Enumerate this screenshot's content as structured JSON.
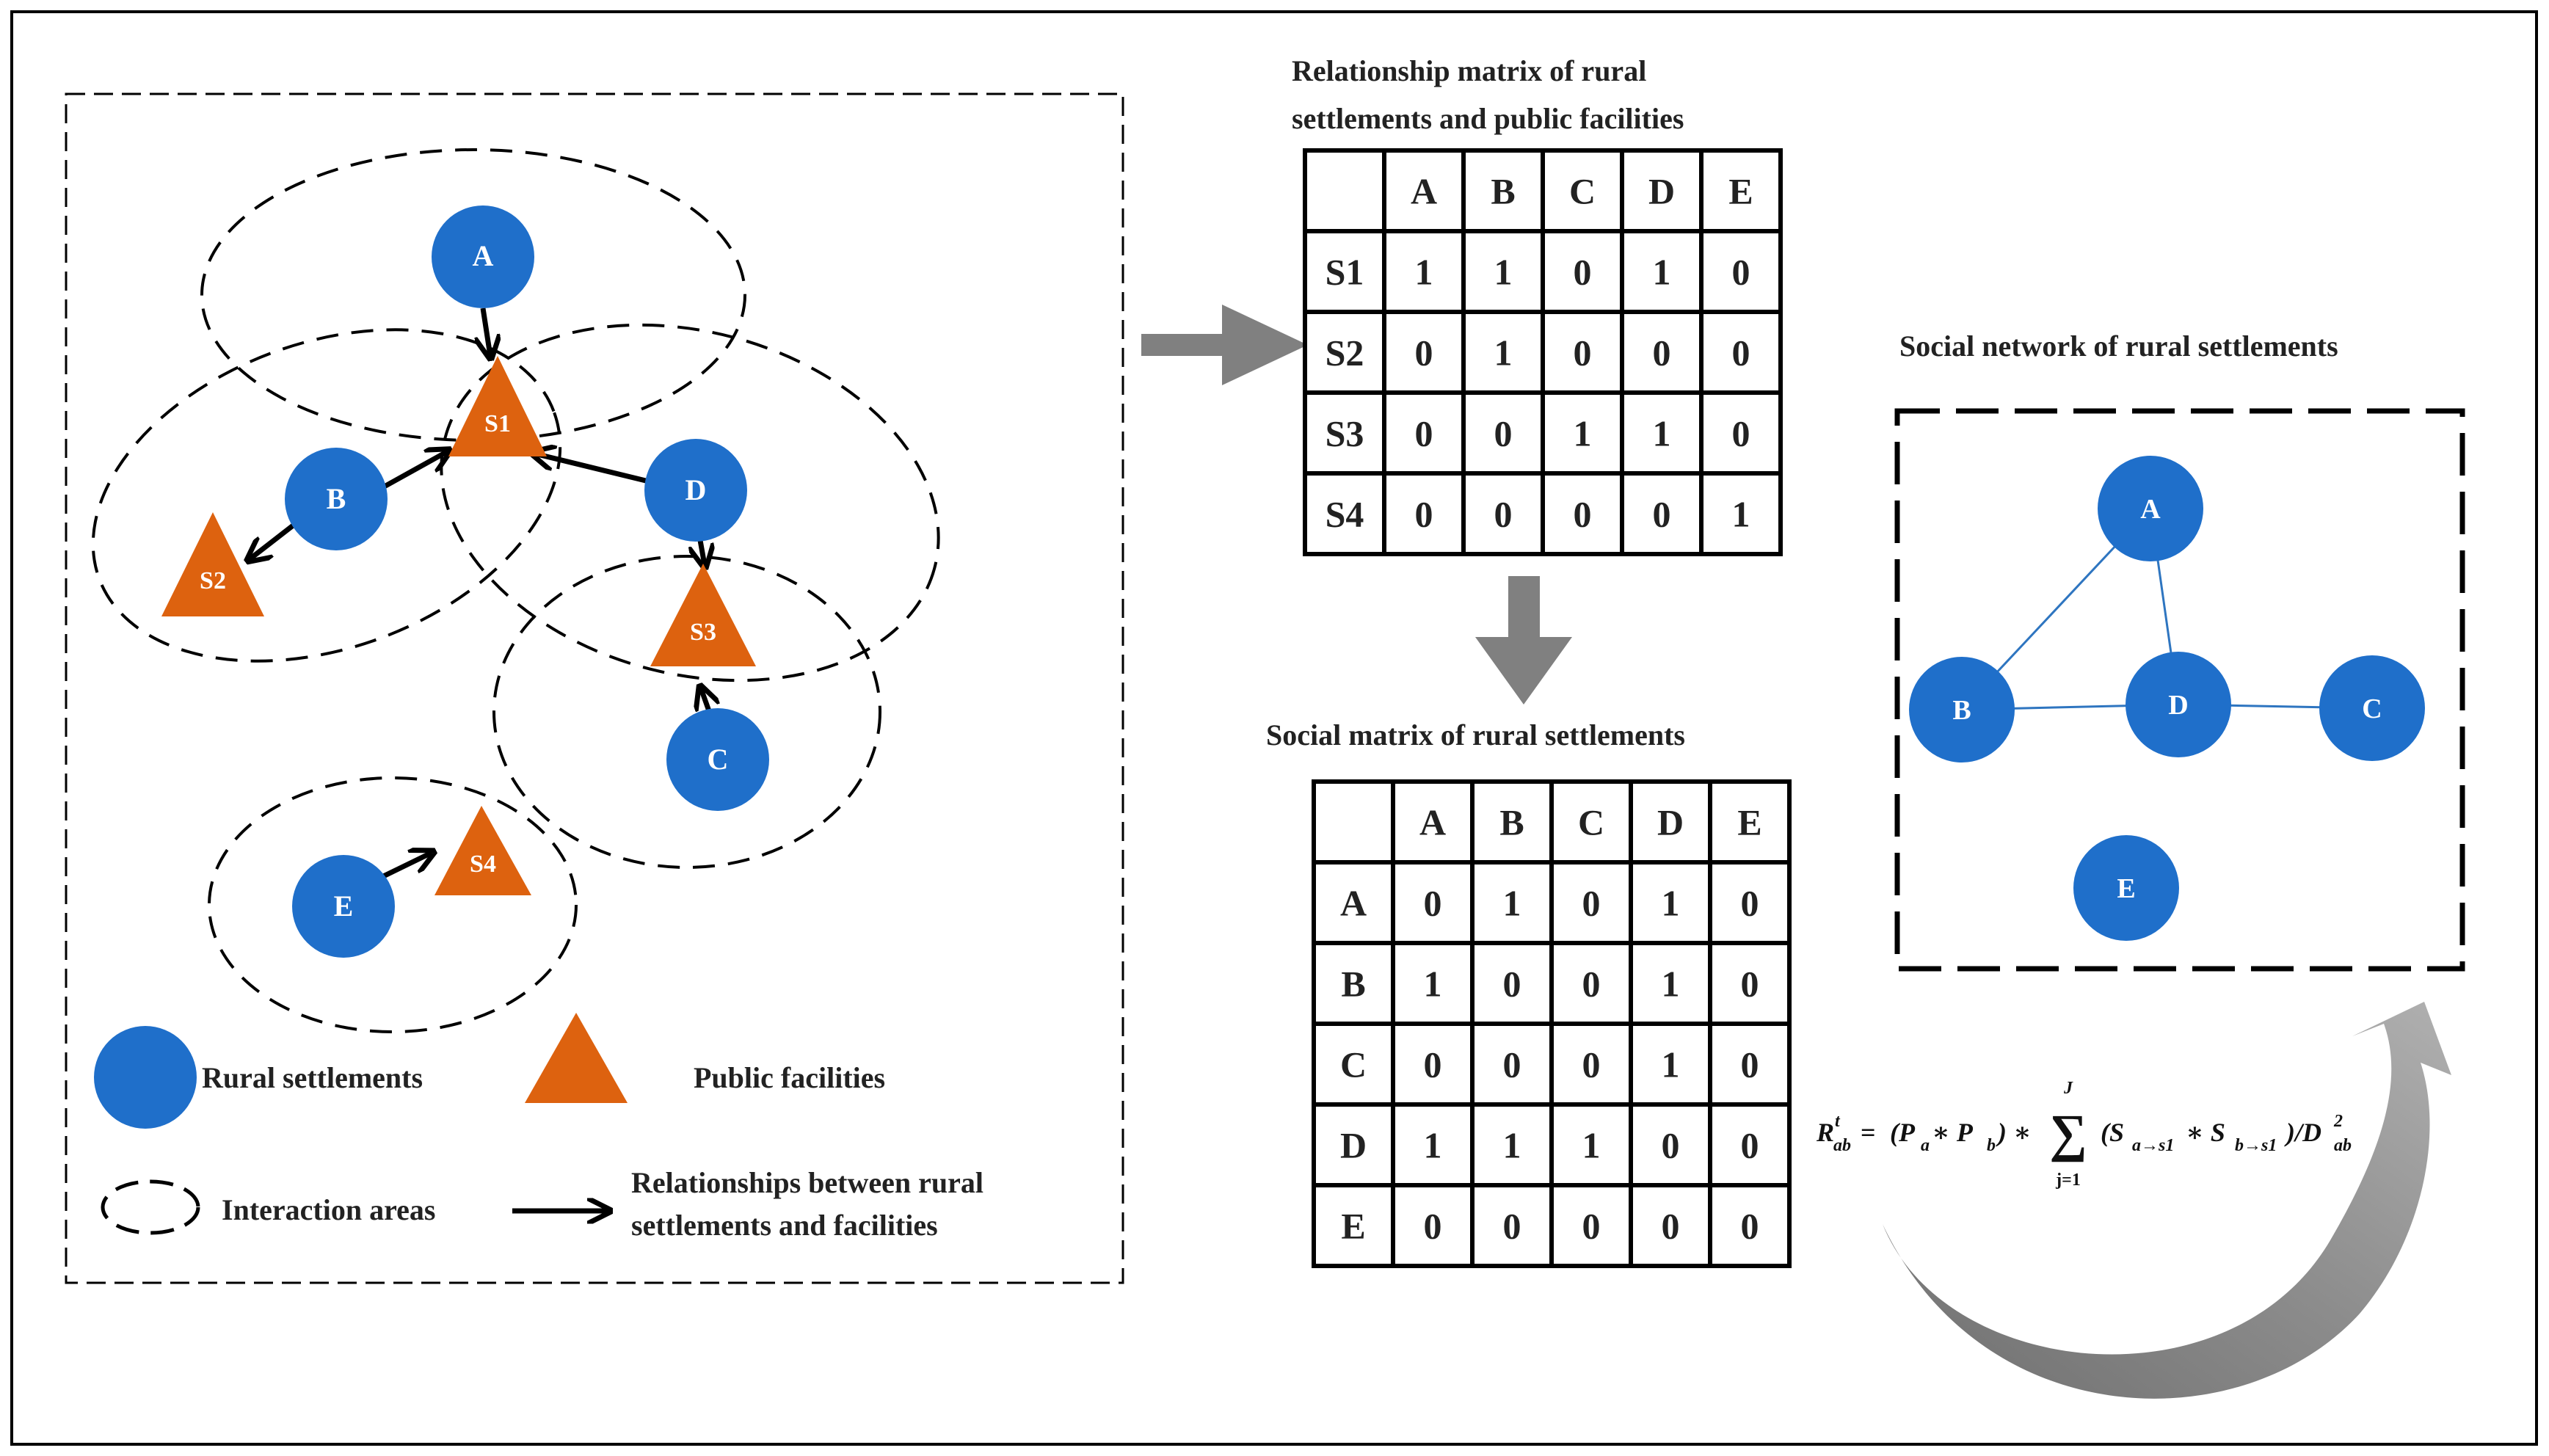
{
  "left_panel": {
    "settlements": [
      {
        "id": "a",
        "label": "A"
      },
      {
        "id": "b",
        "label": "B"
      },
      {
        "id": "c",
        "label": "C"
      },
      {
        "id": "d",
        "label": "D"
      },
      {
        "id": "e",
        "label": "E"
      }
    ],
    "facilities": [
      {
        "id": "s1",
        "label": "S1"
      },
      {
        "id": "s2",
        "label": "S2"
      },
      {
        "id": "s3",
        "label": "S3"
      },
      {
        "id": "s4",
        "label": "S4"
      }
    ],
    "legend": {
      "settlements": "Rural settlements",
      "facilities": "Public facilities",
      "areas": "Interaction areas",
      "relationships_line1": "Relationships between rural",
      "relationships_line2": "settlements and facilities"
    }
  },
  "relationship_matrix": {
    "title_line1": "Relationship matrix of rural",
    "title_line2": "settlements and public facilities",
    "columns": [
      "A",
      "B",
      "C",
      "D",
      "E"
    ],
    "rows": [
      {
        "label": "S1",
        "values": [
          "1",
          "1",
          "0",
          "1",
          "0"
        ]
      },
      {
        "label": "S2",
        "values": [
          "0",
          "1",
          "0",
          "0",
          "0"
        ]
      },
      {
        "label": "S3",
        "values": [
          "0",
          "0",
          "1",
          "1",
          "0"
        ]
      },
      {
        "label": "S4",
        "values": [
          "0",
          "0",
          "0",
          "0",
          "1"
        ]
      }
    ]
  },
  "social_matrix": {
    "title": "Social matrix of rural settlements",
    "columns": [
      "A",
      "B",
      "C",
      "D",
      "E"
    ],
    "rows": [
      {
        "label": "A",
        "values": [
          "0",
          "1",
          "0",
          "1",
          "0"
        ]
      },
      {
        "label": "B",
        "values": [
          "1",
          "0",
          "0",
          "1",
          "0"
        ]
      },
      {
        "label": "C",
        "values": [
          "0",
          "0",
          "0",
          "1",
          "0"
        ]
      },
      {
        "label": "D",
        "values": [
          "1",
          "1",
          "1",
          "0",
          "0"
        ]
      },
      {
        "label": "E",
        "values": [
          "0",
          "0",
          "0",
          "0",
          "0"
        ]
      }
    ]
  },
  "social_network": {
    "title": "Social network of rural settlements",
    "nodes": [
      "A",
      "B",
      "C",
      "D",
      "E"
    ],
    "edges": [
      [
        "A",
        "B"
      ],
      [
        "A",
        "D"
      ],
      [
        "B",
        "D"
      ],
      [
        "D",
        "C"
      ]
    ]
  },
  "formula": {
    "lhs_base": "R",
    "lhs_sup": "t",
    "lhs_sub": "ab",
    "equals": "=",
    "product": "(P",
    "pa_sub": "a",
    "times": " ∗ P",
    "pb_sub": "b",
    "close": ") ∗",
    "sigma": "∑",
    "sum_upper": "J",
    "sum_lower": "j=1",
    "term_open": "(S",
    "sa_sub": "a→s1",
    "term_mid": " ∗ S",
    "sb_sub": "b→s1",
    "term_close": ")/D",
    "d_sup": "2",
    "d_sub": "ab"
  },
  "colors": {
    "settlement": "#1f6fca",
    "facility": "#dd620f",
    "network_edge": "#2e75c0",
    "flow_arrow": "#808080",
    "stroke": "#000000",
    "text_on_shape": "#ffffff"
  }
}
